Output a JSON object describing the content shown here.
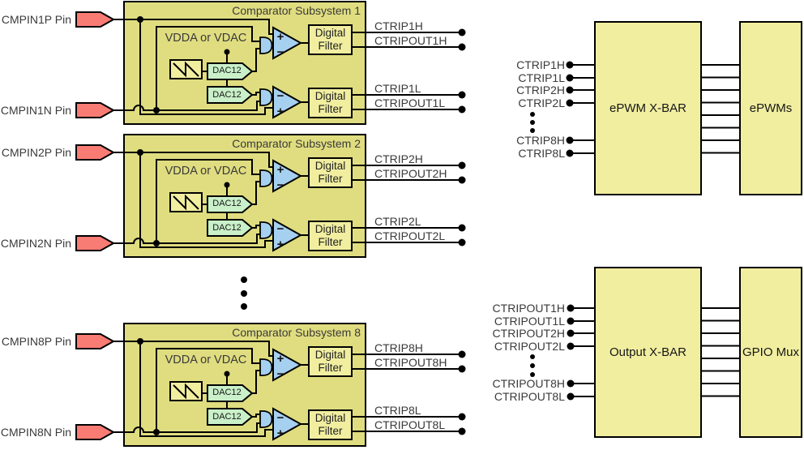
{
  "colors": {
    "box_fill": "#E0DD80",
    "component_fill": "#F1EEA0",
    "dac_fill": "#C9F0C9",
    "comparator_fill": "#A6D0F0",
    "pin_fill": "#F97C74",
    "text": "#3a3a3a"
  },
  "shared": {
    "vdda_label": "VDDA or VDAC",
    "dac_label": "DAC12",
    "filter_line1": "Digital",
    "filter_line2": "Filter",
    "plus_label": "+",
    "minus_label": "−"
  },
  "subsystems": [
    {
      "title": "Comparator Subsystem 1",
      "pin_p": "CMPIN1P Pin",
      "pin_n": "CMPIN1N Pin",
      "out_h1": "CTRIP1H",
      "out_h2": "CTRIPOUT1H",
      "out_l1": "CTRIP1L",
      "out_l2": "CTRIPOUT1L"
    },
    {
      "title": "Comparator Subsystem 2",
      "pin_p": "CMPIN2P Pin",
      "pin_n": "CMPIN2N Pin",
      "out_h1": "CTRIP2H",
      "out_h2": "CTRIPOUT2H",
      "out_l1": "CTRIP2L",
      "out_l2": "CTRIPOUT2L"
    },
    {
      "title": "Comparator Subsystem 8",
      "pin_p": "CMPIN8P Pin",
      "pin_n": "CMPIN8N Pin",
      "out_h1": "CTRIP8H",
      "out_h2": "CTRIPOUT8H",
      "out_l1": "CTRIP8L",
      "out_l2": "CTRIPOUT8L"
    }
  ],
  "epwm_group": {
    "inputs": [
      "CTRIP1H",
      "CTRIP1L",
      "CTRIP2H",
      "CTRIP2L",
      "CTRIP8H",
      "CTRIP8L"
    ],
    "xbar_label": "ePWM X-BAR",
    "right_label": "ePWMs"
  },
  "output_group": {
    "inputs": [
      "CTRIPOUT1H",
      "CTRIPOUT1L",
      "CTRIPOUT2H",
      "CTRIPOUT2L",
      "CTRIPOUT8H",
      "CTRIPOUT8L"
    ],
    "xbar_label": "Output X-BAR",
    "right_label": "GPIO Mux"
  }
}
